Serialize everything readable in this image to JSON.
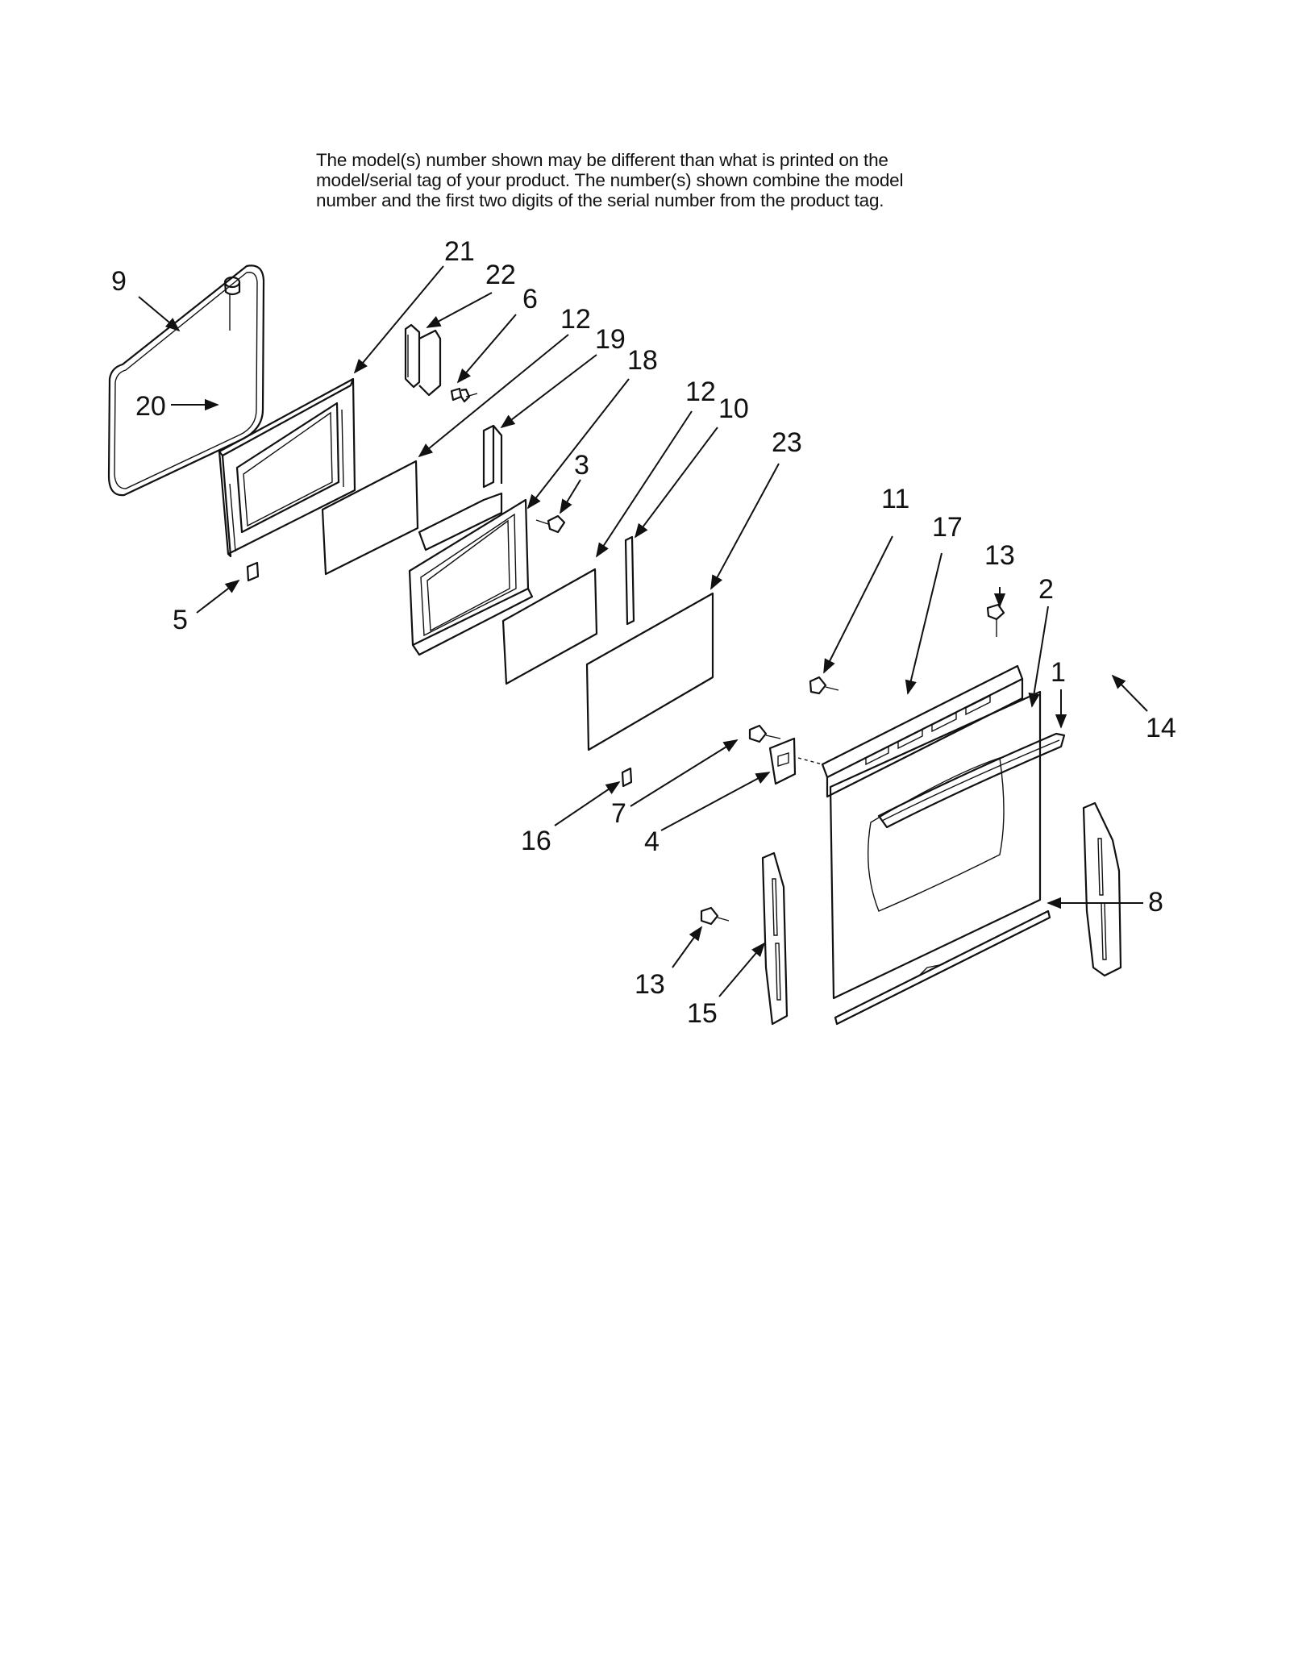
{
  "note": {
    "line1": "The model(s) number shown may be different than what is printed on the",
    "line2": "model/serial tag of your product. The number(s) shown combine the model",
    "line3": "number and the first two digits of the serial number from the product tag."
  },
  "callouts": {
    "c1": "1",
    "c2": "2",
    "c3": "3",
    "c4": "4",
    "c5": "5",
    "c6": "6",
    "c7": "7",
    "c8": "8",
    "c9": "9",
    "c10": "10",
    "c11": "11",
    "c12a": "12",
    "c12b": "12",
    "c13a": "13",
    "c13b": "13",
    "c14": "14",
    "c15": "15",
    "c16": "16",
    "c17": "17",
    "c18": "18",
    "c19": "19",
    "c20": "20",
    "c21": "21",
    "c22": "22",
    "c23": "23"
  }
}
